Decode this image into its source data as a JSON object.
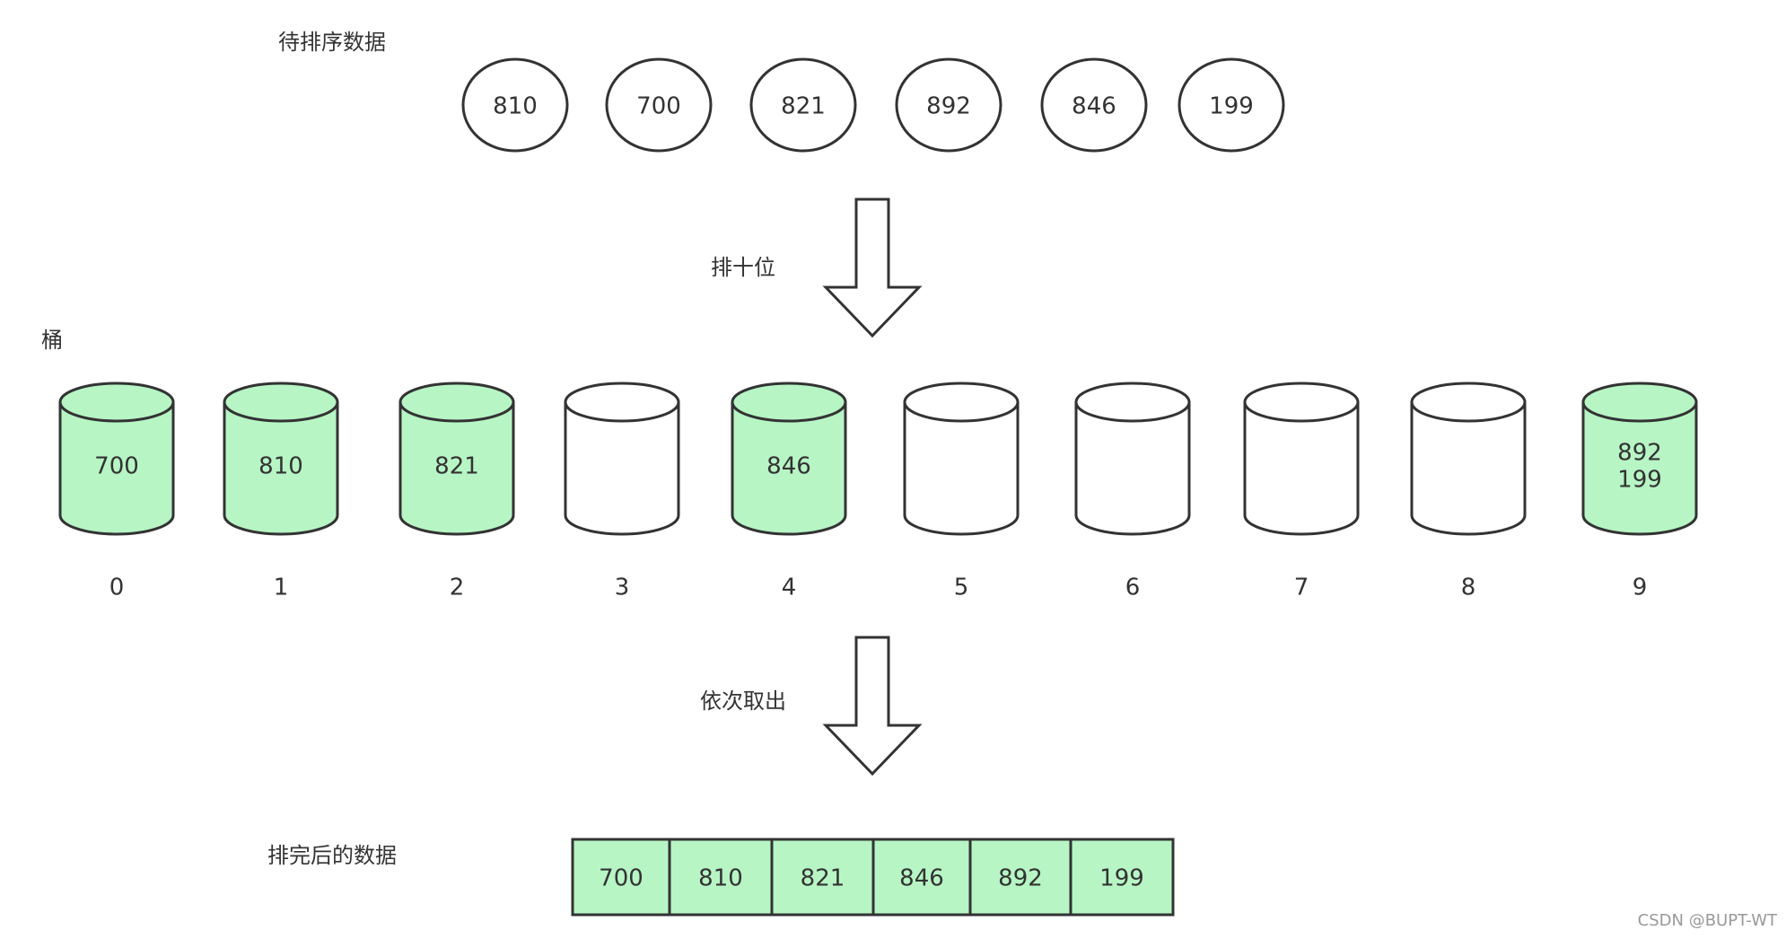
{
  "labels": {
    "input_label": "待排序数据",
    "step1_label": "排十位",
    "bucket_label": "桶",
    "step2_label": "依次取出",
    "output_label": "排完后的数据",
    "watermark": "CSDN @BUPT-WT"
  },
  "input_values": [
    "810",
    "700",
    "821",
    "892",
    "846",
    "199"
  ],
  "buckets": [
    {
      "index": "0",
      "items": [
        "700"
      ]
    },
    {
      "index": "1",
      "items": [
        "810"
      ]
    },
    {
      "index": "2",
      "items": [
        "821"
      ]
    },
    {
      "index": "3",
      "items": []
    },
    {
      "index": "4",
      "items": [
        "846"
      ]
    },
    {
      "index": "5",
      "items": []
    },
    {
      "index": "6",
      "items": []
    },
    {
      "index": "7",
      "items": []
    },
    {
      "index": "8",
      "items": []
    },
    {
      "index": "9",
      "items": [
        "892",
        "199"
      ]
    }
  ],
  "output_values": [
    "700",
    "810",
    "821",
    "846",
    "892",
    "199"
  ],
  "colors": {
    "filled": "#b7f5c5",
    "empty": "#ffffff",
    "stroke": "#333333",
    "text": "#333333",
    "watermark": "#999999"
  }
}
